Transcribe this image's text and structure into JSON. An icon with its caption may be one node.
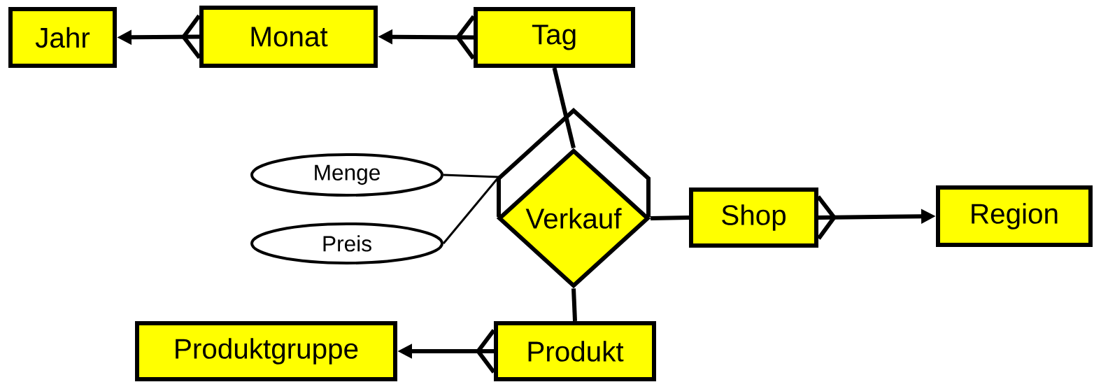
{
  "diagram": {
    "nodes": [
      {
        "text": [
          "Jahr"
        ]
      },
      {
        "text": [
          "Monat"
        ]
      },
      {
        "text": [
          "Tag"
        ]
      },
      {
        "text": [
          "Menge"
        ]
      },
      {
        "text": [
          "Preis"
        ]
      },
      {
        "text": [
          "Verkauf"
        ]
      },
      {
        "text": [
          "Shop"
        ]
      },
      {
        "text": [
          "Region"
        ]
      },
      {
        "text": [
          "Produktgruppe"
        ]
      },
      {
        "text": [
          "Produkt"
        ]
      }
    ],
    "edges": [
      {
        "from": 1,
        "to": 0,
        "arrow": "to"
      },
      {
        "from": 2,
        "to": 1,
        "arrow": "to"
      },
      {
        "from": 2,
        "to": 5,
        "arrow": "none"
      },
      {
        "from": 3,
        "to": 5,
        "arrow": "none"
      },
      {
        "from": 4,
        "to": 5,
        "arrow": "none"
      },
      {
        "from": 5,
        "to": 6,
        "arrow": "none"
      },
      {
        "from": 6,
        "to": 7,
        "arrow": "to"
      },
      {
        "from": 9,
        "to": 8,
        "arrow": "to"
      },
      {
        "from": 5,
        "to": 9,
        "arrow": "none"
      }
    ]
  }
}
